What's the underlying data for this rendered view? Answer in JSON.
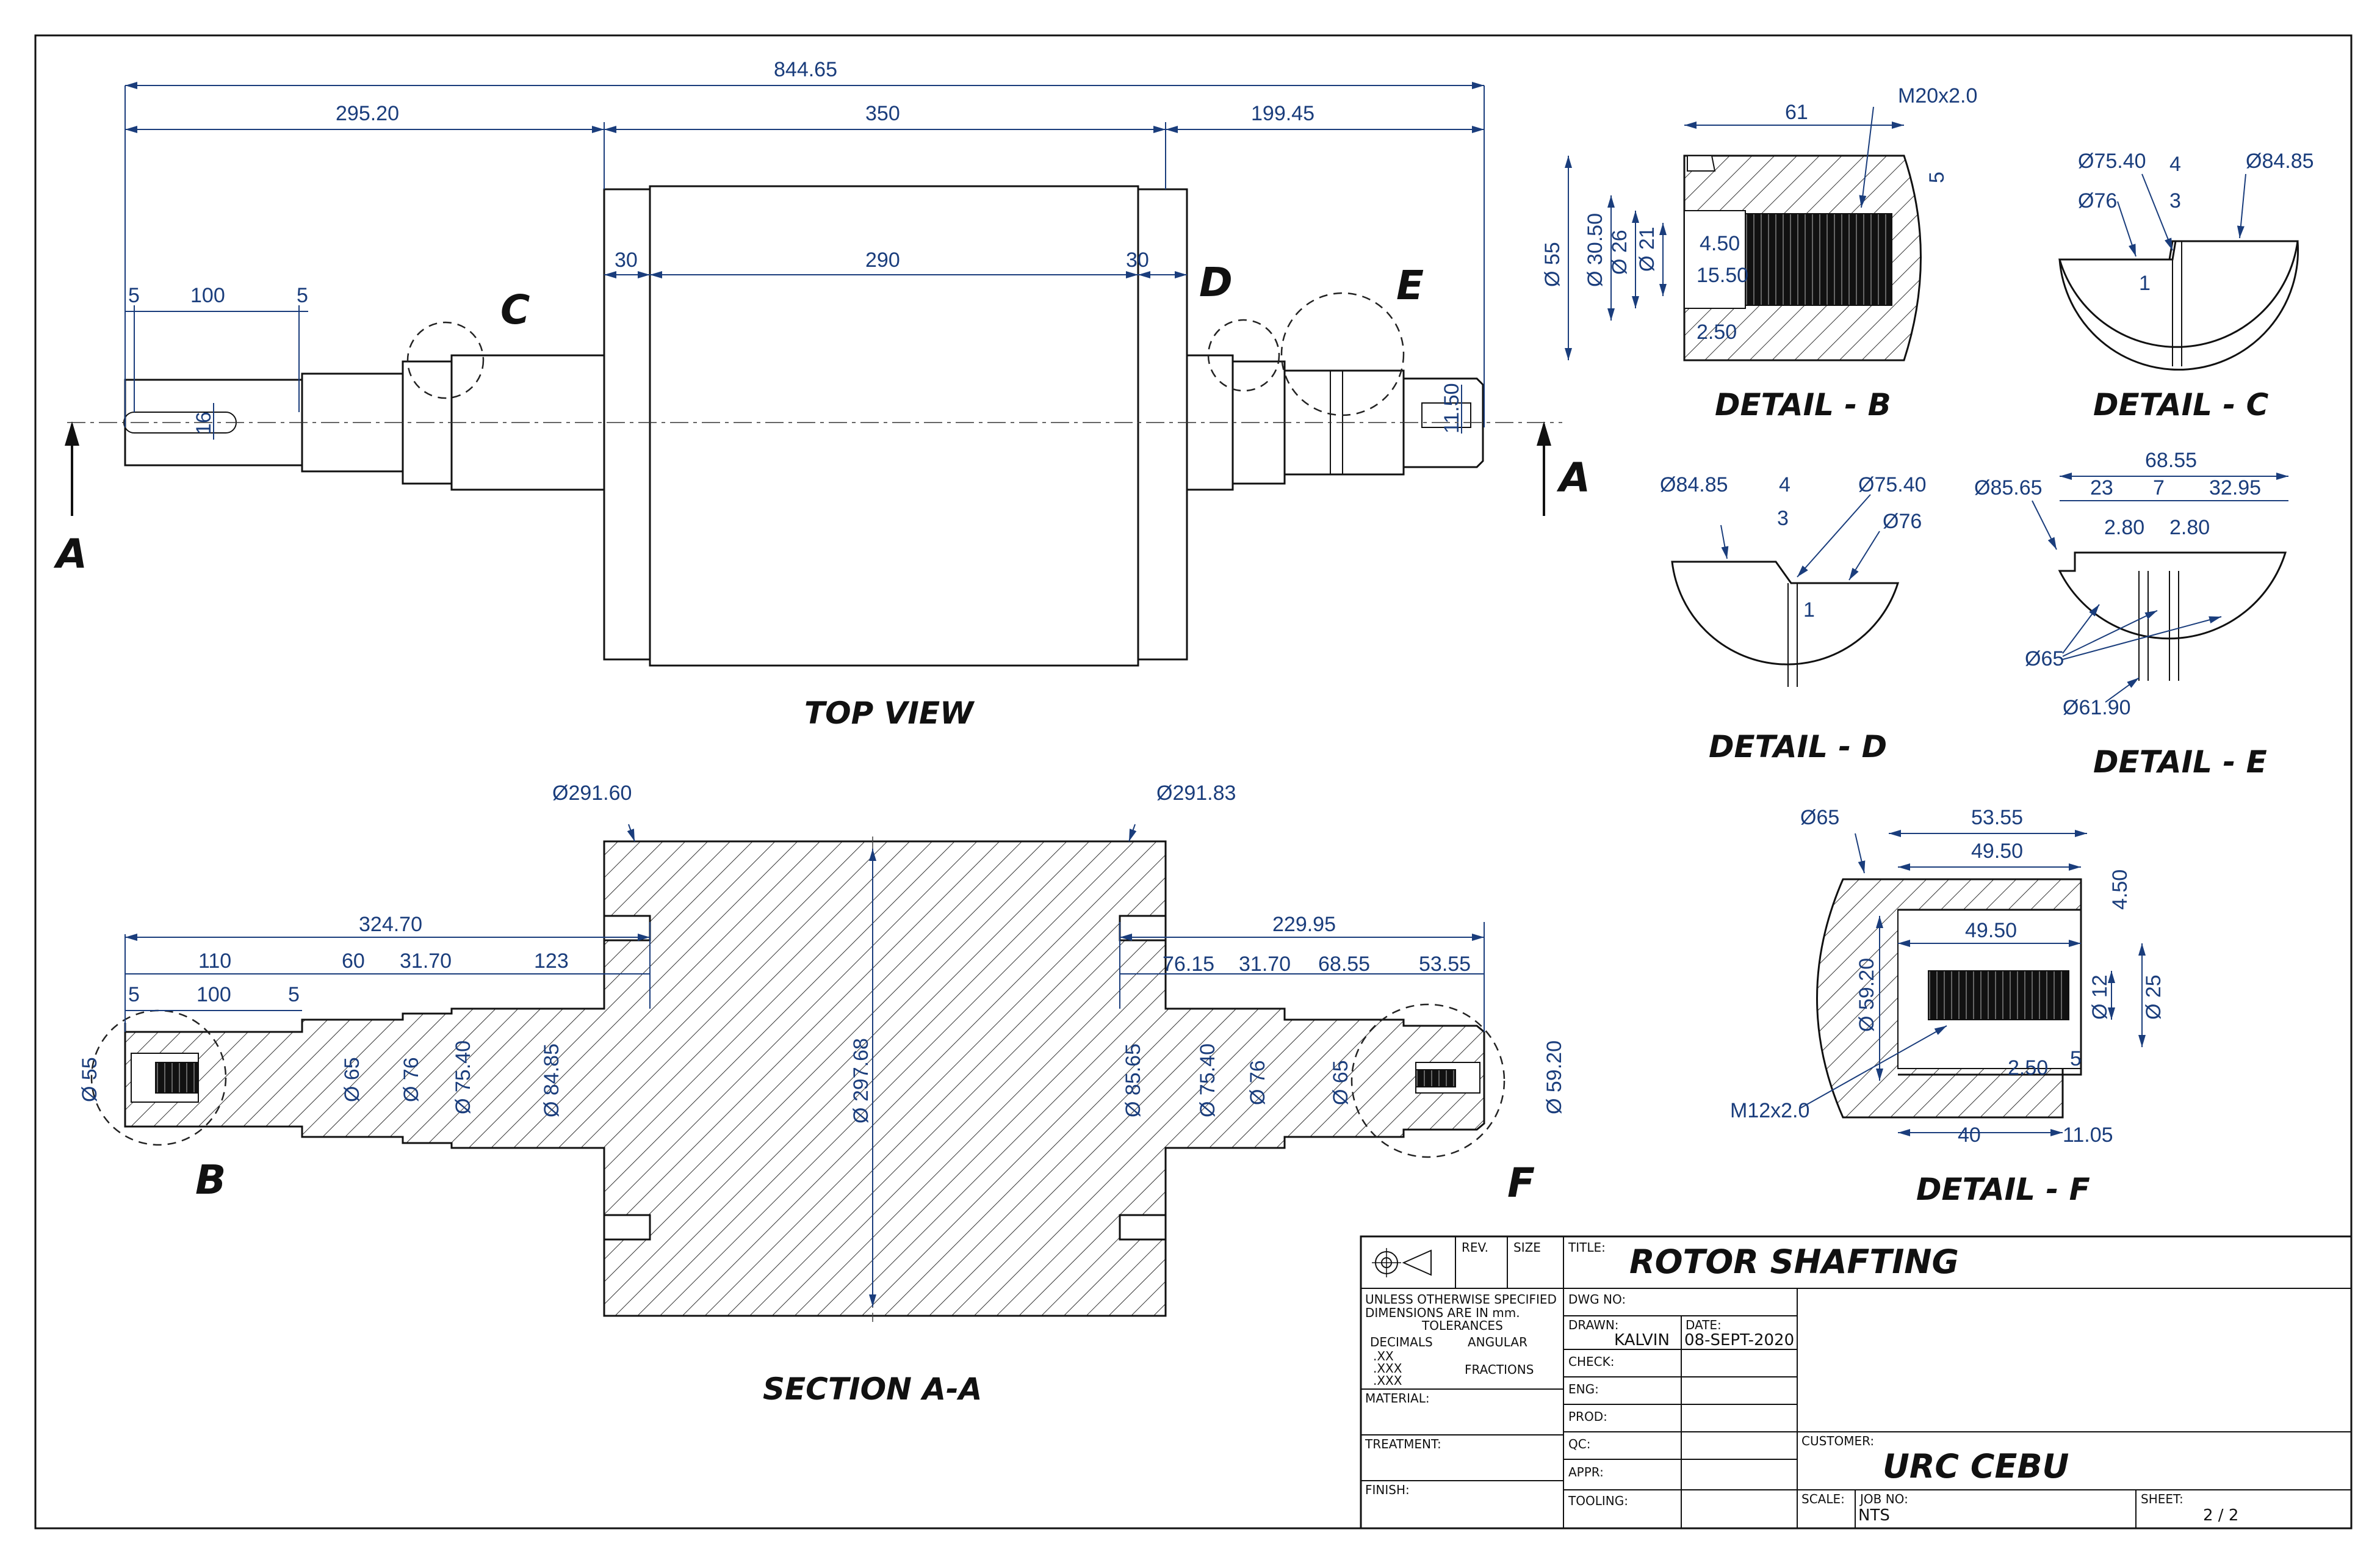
{
  "top_view": {
    "caption": "TOP VIEW",
    "dims": {
      "overall": "844.65",
      "left": "295.20",
      "middle": "350",
      "right": "199.45",
      "shoulder_left": "30",
      "body": "290",
      "shoulder_right": "30",
      "key_gap1": "5",
      "key_len": "100",
      "key_gap2": "5",
      "key_width": "16",
      "slot": "11.50"
    },
    "labels": {
      "c": "C",
      "d": "D",
      "e": "E",
      "a_left": "A",
      "a_right": "A"
    }
  },
  "section": {
    "caption": "SECTION A-A",
    "dims": {
      "d_left_face": "Ø291.60",
      "d_right_face": "Ø291.83",
      "left_total": "324.70",
      "right_total": "229.95",
      "l110": "110",
      "l60": "60",
      "l31_70": "31.70",
      "l123": "123",
      "l5a": "5",
      "l100": "100",
      "l5b": "5",
      "r76_15": "76.15",
      "r31_70": "31.70",
      "r68_55": "68.55",
      "r53_55": "53.55",
      "d55": "Ø 55",
      "d65a": "Ø 65",
      "d76a": "Ø 76",
      "d75_40a": "Ø 75.40",
      "d84_85": "Ø 84.85",
      "d297_68": "Ø 297.68",
      "d85_65": "Ø 85.65",
      "d75_40b": "Ø 75.40",
      "d76b": "Ø 76",
      "d65b": "Ø 65",
      "d59_20": "Ø 59.20"
    },
    "labels": {
      "b": "B",
      "f": "F"
    }
  },
  "detail_b": {
    "caption": "DETAIL - B",
    "dims": {
      "thread": "M20x2.0",
      "len": "61",
      "top": "5",
      "d55": "Ø 55",
      "d30_50": "Ø 30.50",
      "d26": "Ø 26",
      "d21": "Ø 21",
      "l4_50": "4.50",
      "l15_50": "15.50",
      "l2_50": "2.50"
    }
  },
  "detail_c": {
    "caption": "DETAIL - C",
    "dims": {
      "d75_40": "Ø75.40",
      "w4": "4",
      "d84_85": "Ø84.85",
      "d76": "Ø76",
      "w3": "3",
      "w1": "1"
    }
  },
  "detail_d": {
    "caption": "DETAIL - D",
    "dims": {
      "d84_85": "Ø84.85",
      "w4": "4",
      "d75_40": "Ø75.40",
      "w3": "3",
      "d76": "Ø76",
      "w1": "1"
    }
  },
  "detail_e": {
    "caption": "DETAIL  - E",
    "dims": {
      "total": "68.55",
      "d85_65": "Ø85.65",
      "l23": "23",
      "l7": "7",
      "l32_95": "32.95",
      "g1": "2.80",
      "g2": "2.80",
      "d65": "Ø65",
      "d61_90": "Ø61.90"
    }
  },
  "detail_f": {
    "caption": "DETAIL - F",
    "dims": {
      "d65": "Ø65",
      "l53_55": "53.55",
      "l49_50a": "49.50",
      "l49_50b": "49.50",
      "w4_50": "4.50",
      "d59_20": "Ø 59.20",
      "d12": "Ø 12",
      "d25": "Ø 25",
      "thread": "M12x2.0",
      "l2_50": "2.50",
      "w5": "5",
      "l40": "40",
      "l11_05": "11.05"
    }
  },
  "title_block": {
    "rev_label": "REV.",
    "size_label": "SIZE",
    "title_label": "TITLE:",
    "title": "ROTOR SHAFTING",
    "notes": [
      "UNLESS OTHERWISE SPECIFIED",
      "DIMENSIONS ARE IN mm.",
      "TOLERANCES"
    ],
    "decimals": "DECIMALS",
    "angular": "ANGULAR",
    "xx": ".XX",
    "xxx1": ".XXX",
    "xxx2": ".XXX",
    "fractions": "FRACTIONS",
    "material": "MATERIAL:",
    "treatment": "TREATMENT:",
    "finish": "FINISH:",
    "dwg_no": "DWG NO:",
    "drawn": "DRAWN:",
    "drawn_by": "KALVIN",
    "date_label": "DATE:",
    "date": "08-SEPT-2020",
    "check": "CHECK:",
    "eng": "ENG:",
    "prod": "PROD:",
    "qc": "QC:",
    "appr": "APPR:",
    "tooling": "TOOLING:",
    "customer_label": "CUSTOMER:",
    "customer": "URC CEBU",
    "scale_label": "SCALE:",
    "scale": "NTS",
    "job_label": "JOB NO:",
    "sheet_label": "SHEET:",
    "sheet": "2 / 2"
  },
  "colors": {
    "dimension": "#1a3d7c",
    "outline": "#111111"
  }
}
